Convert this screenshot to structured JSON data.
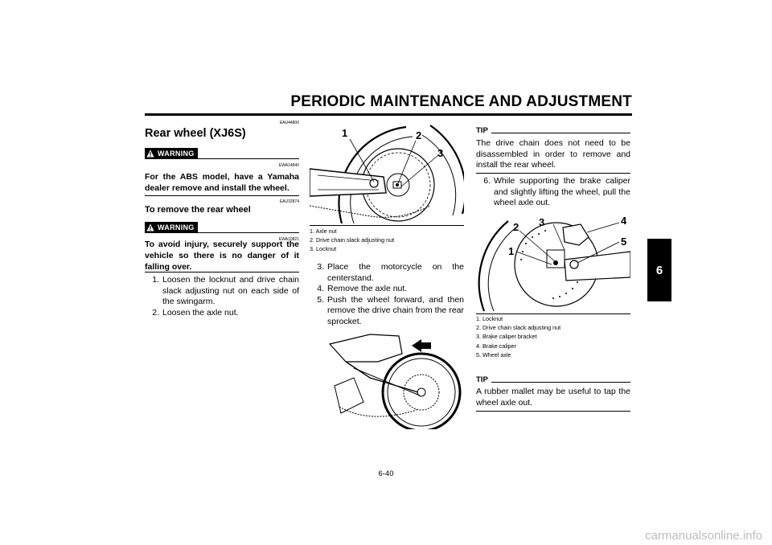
{
  "header": {
    "title": "PERIODIC MAINTENANCE AND ADJUSTMENT"
  },
  "tab": {
    "label": "6"
  },
  "left": {
    "code1": "EAU44800",
    "title": "Rear wheel (XJ6S)",
    "warning_label": "WARNING",
    "code2": "EWA14840",
    "warning1": "For the ABS model, have a Yamaha dealer remove and install the wheel.",
    "code3": "EAU32874",
    "subtitle": "To remove the rear wheel",
    "code4": "EWA10821",
    "warning2": "To avoid injury, securely support the vehicle so there is no danger of it falling over.",
    "steps": [
      {
        "num": "1.",
        "text": "Loosen the locknut and drive chain slack adjusting nut on each side of the swingarm."
      },
      {
        "num": "2.",
        "text": "Loosen the axle nut."
      }
    ]
  },
  "middle": {
    "figure1_labels": [
      "1",
      "2",
      "3"
    ],
    "captions": [
      "1.  Axle nut",
      "2.  Drive chain slack adjusting nut",
      "3.  Locknut"
    ],
    "steps": [
      {
        "num": "3.",
        "text": "Place the motorcycle on the centerstand."
      },
      {
        "num": "4.",
        "text": "Remove the axle nut."
      },
      {
        "num": "5.",
        "text": "Push the wheel forward, and then remove the drive chain from the rear sprocket."
      }
    ]
  },
  "right": {
    "tip_label": "TIP",
    "tip1": "The drive chain does not need to be disassembled in order to remove and install the rear wheel.",
    "step6": {
      "num": "6.",
      "text": "While supporting the brake caliper and slightly lifting the wheel, pull the wheel axle out."
    },
    "figure3_labels": [
      "1",
      "2",
      "3",
      "4",
      "5"
    ],
    "captions": [
      "1.  Locknut",
      "2.  Drive chain slack adjusting nut",
      "3.  Brake caliper bracket",
      "4.  Brake caliper",
      "5.  Wheel axle"
    ],
    "tip2": "A rubber mallet may be useful to tap the wheel axle out."
  },
  "footer": {
    "page": "6-40"
  },
  "watermark": "carmanualsonline.info"
}
